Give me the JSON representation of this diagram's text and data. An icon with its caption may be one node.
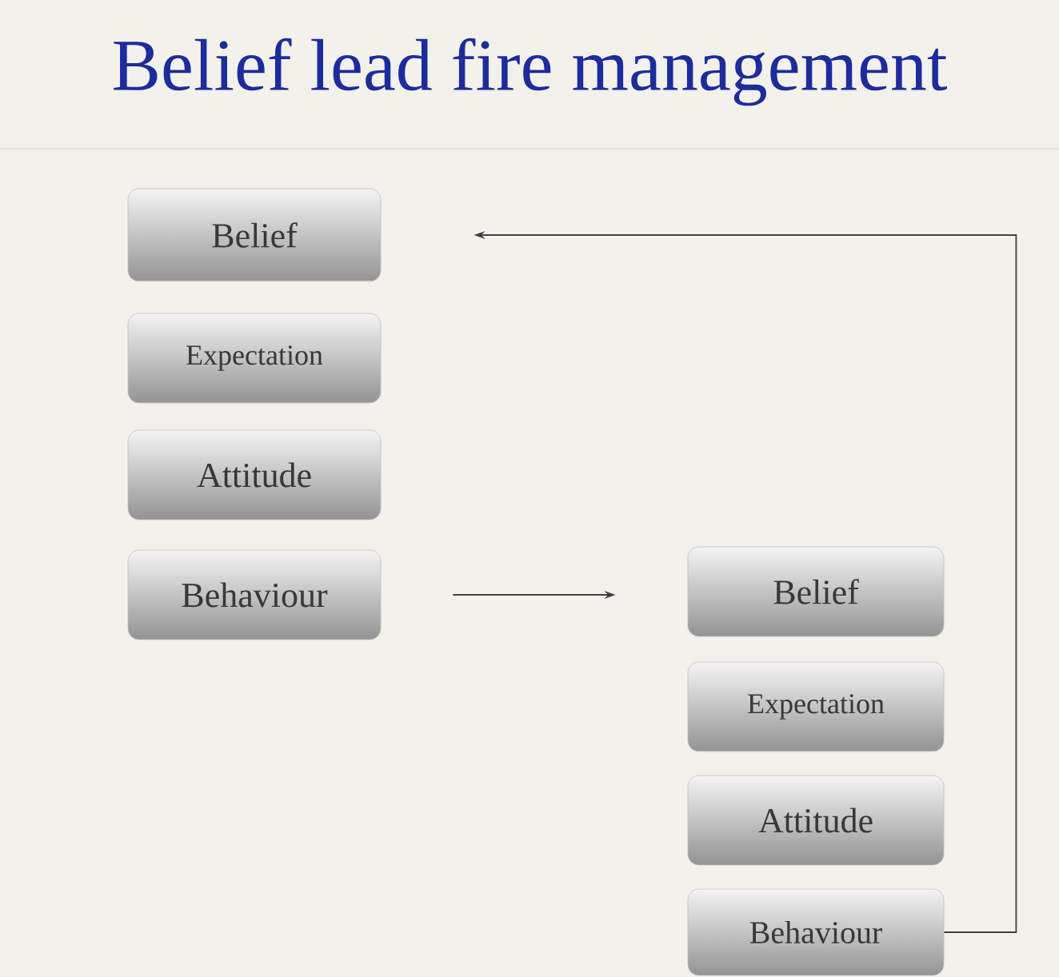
{
  "diagram": {
    "title": "Belief lead fire management",
    "nodes": [
      {
        "text": [
          "Belief"
        ]
      },
      {
        "text": [
          "Expectation"
        ]
      },
      {
        "text": [
          "Attitude"
        ]
      },
      {
        "text": [
          "Behaviour"
        ]
      },
      {
        "text": [
          "Belief"
        ]
      },
      {
        "text": [
          "Expectation"
        ]
      },
      {
        "text": [
          "Attitude"
        ]
      },
      {
        "text": [
          "Behaviour"
        ]
      }
    ],
    "edges": [
      {
        "from": 3,
        "to": 4,
        "arrow": "to"
      },
      {
        "from": 7,
        "to": 0,
        "arrow": "to"
      }
    ]
  }
}
